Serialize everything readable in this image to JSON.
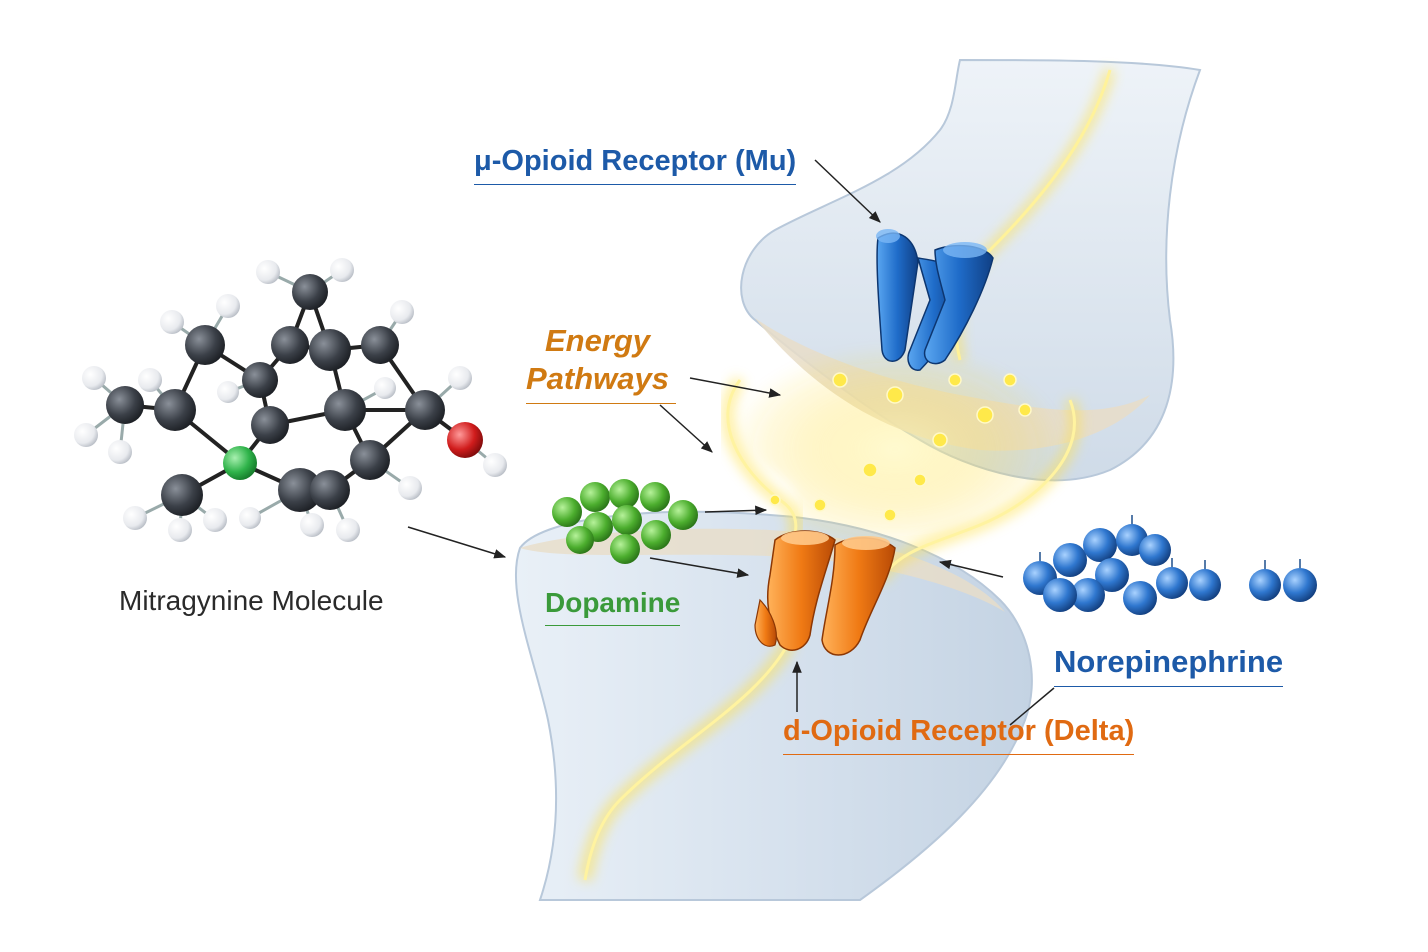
{
  "labels": {
    "mu_receptor": "μ-Opioid Receptor (Mu)",
    "energy_line1": "Energy",
    "energy_line2": "Pathways",
    "molecule": "Mitragynine Molecule",
    "dopamine": "Dopamine",
    "norepinephrine": "Norepinephrine",
    "delta_receptor": "d-Opioid Receptor (Delta)"
  },
  "icons": {
    "molecule": "ball-and-stick-molecule",
    "mu_receptor": "blue-receptor-channel",
    "delta_receptor": "orange-receptor-channel",
    "dopamine": "green-sphere-cluster",
    "norepinephrine": "blue-sphere-cluster",
    "synapse": "neuron-synapse",
    "energy": "glowing-energy-path"
  },
  "colors": {
    "mu": "#1d5aa8",
    "delta": "#e06a12",
    "energy": "#d07a12",
    "dopamine": "#3a9a3a",
    "norepinephrine": "#1d5aa8",
    "atom_carbon": "#3b4048",
    "atom_nitrogen": "#2fb34a",
    "atom_oxygen": "#d01c1c",
    "atom_hydrogen": "#f2f2f2"
  }
}
